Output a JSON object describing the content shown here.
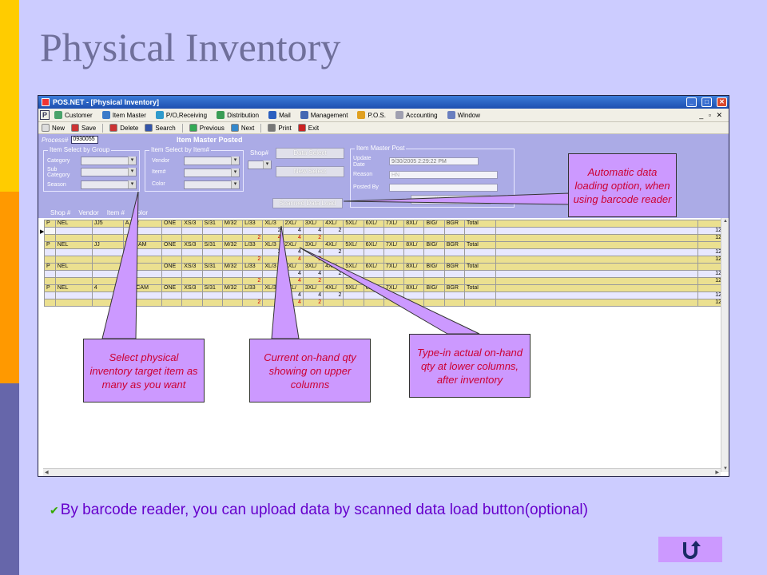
{
  "slide": {
    "title": "Physical Inventory",
    "bullet": "By barcode reader, you can upload data by scanned data load button(optional)"
  },
  "window": {
    "title": "POS.NET - [Physical Inventory]",
    "menu": [
      "Customer",
      "Item Master",
      "P/O,Receiving",
      "Distribution",
      "Mail",
      "Management",
      "P.O.S.",
      "Accounting",
      "Window"
    ],
    "toolbar": [
      "New",
      "Save",
      "Delete",
      "Search",
      "Previous",
      "Next",
      "Print",
      "Exit"
    ]
  },
  "form": {
    "process_label": "Process#",
    "process_value": "0930055",
    "status": "Item Master Posted",
    "group_legend": "Item Select by Group",
    "group_fields": [
      "Category",
      "Sub Category",
      "Season"
    ],
    "item_legend": "Item Select by Item#",
    "item_fields": [
      "Vendor",
      "Item#",
      "Color"
    ],
    "shop_label": "Shop#",
    "data_select": "Data Select",
    "new_select": "New Select",
    "scanned_load": "Scanned Data Load",
    "post_legend": "Item Master Post",
    "update_date_label": "Update Date",
    "update_date_value": "9/30/2005 2:29:22 PM",
    "reason_label": "Reason",
    "reason_value": "HN",
    "posted_by_label": "Posted By",
    "item_master_btn": "Item Master",
    "col_heads": [
      "Shop #",
      "Vendor",
      "Item #",
      "Color"
    ]
  },
  "grid": {
    "sizes": [
      "ONE",
      "XS/3",
      "S/31",
      "M/32",
      "L/33",
      "XL/3",
      "2XL/",
      "3XL/",
      "4XL/",
      "5XL/",
      "6XL/",
      "7XL/",
      "8XL/",
      "BIG/",
      "BGR"
    ],
    "total_label": "Total",
    "items": [
      {
        "shop": "P",
        "vendor": "NEL",
        "item": "JJ5",
        "color": "A.GR",
        "qty": [
          "",
          "",
          "",
          "",
          "",
          "2",
          "4",
          "4",
          "2"
        ],
        "qty_total": "12",
        "act": [
          "",
          "",
          "",
          "",
          "2",
          "4",
          "4",
          "2"
        ],
        "act_total": "12"
      },
      {
        "shop": "P",
        "vendor": "NEL",
        "item": "JJ",
        "color": "CT CAM",
        "qty": [
          "",
          "",
          "",
          "",
          "",
          "2",
          "4",
          "4",
          "2"
        ],
        "qty_total": "12",
        "act": [
          "",
          "",
          "",
          "",
          "2",
          "4",
          "4",
          "2"
        ],
        "act_total": "12"
      },
      {
        "shop": "P",
        "vendor": "NEL",
        "item": "",
        "color": "BLK",
        "qty": [
          "",
          "",
          "",
          "",
          "",
          "2",
          "4",
          "4",
          "2"
        ],
        "qty_total": "12",
        "act": [
          "",
          "",
          "",
          "",
          "2",
          "4",
          "4",
          "2"
        ],
        "act_total": "12"
      },
      {
        "shop": "P",
        "vendor": "NEL",
        "item": "4",
        "color": "WD CAM",
        "qty": [
          "",
          "",
          "",
          "",
          "",
          "2",
          "4",
          "4",
          "2"
        ],
        "qty_total": "12",
        "act": [
          "",
          "",
          "",
          "",
          "2",
          "4",
          "4",
          "2"
        ],
        "act_total": "12"
      }
    ]
  },
  "callouts": {
    "auto": "Automatic data loading option, when using barcode reader",
    "select": "Select physical inventory target item as many as you want",
    "current": "Current on-hand qty showing on upper columns",
    "typein": "Type-in actual on-hand qty at lower columns, after inventory"
  },
  "colors": {
    "callout_bg": "#cc99ff",
    "callout_text": "#cc0033",
    "slide_bg": "#ccccff",
    "row_hdr": "#ebe090",
    "form_bg": "#ababe6"
  }
}
